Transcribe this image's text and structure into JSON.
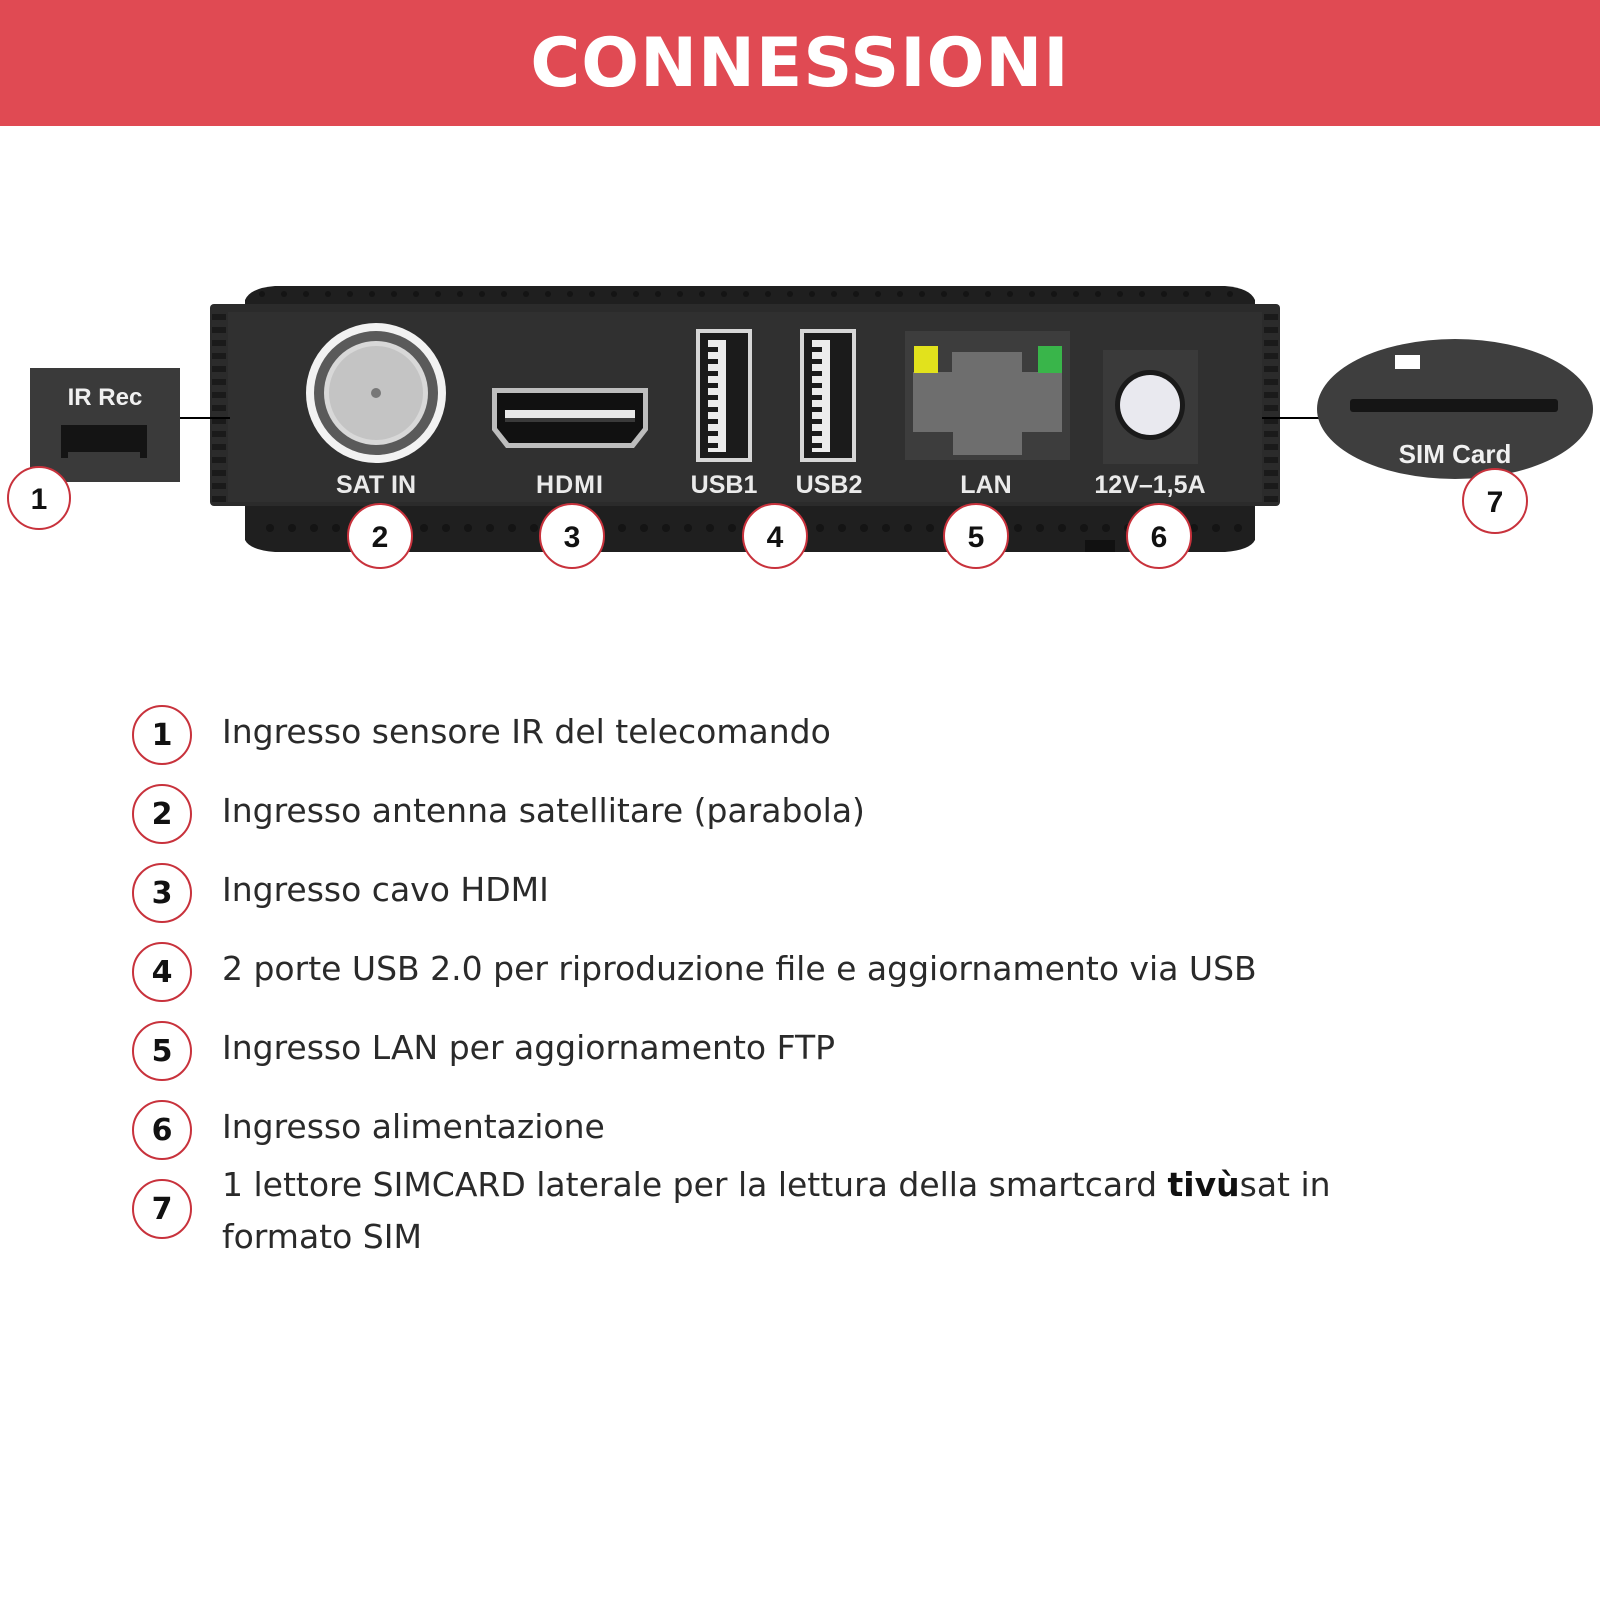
{
  "header": {
    "title": "CONNESSIONI"
  },
  "device": {
    "labels": {
      "ir_rec": "IR Rec",
      "sat_in": "SAT IN",
      "hdmi": "HDMI",
      "usb1": "USB1",
      "usb2": "USB2",
      "lan": "LAN",
      "power": "12V–1,5A",
      "sim_card": "SIM Card"
    },
    "callouts": [
      "1",
      "2",
      "3",
      "4",
      "5",
      "6",
      "7"
    ],
    "colors": {
      "body": "#2b2b2b",
      "accent": "#c8323c",
      "lan_led_left": "#e2e21c",
      "lan_led_right": "#39b54a"
    }
  },
  "legend": [
    {
      "number": "1",
      "text": "Ingresso sensore IR del telecomando"
    },
    {
      "number": "2",
      "text": "Ingresso antenna satellitare (parabola)"
    },
    {
      "number": "3",
      "text": "Ingresso cavo HDMI"
    },
    {
      "number": "4",
      "text": "2 porte USB 2.0 per riproduzione file e aggiornamento via USB"
    },
    {
      "number": "5",
      "text": "Ingresso LAN per aggiornamento FTP"
    },
    {
      "number": "6",
      "text": "Ingresso alimentazione"
    },
    {
      "number": "7",
      "text_before": "1 lettore SIMCARD laterale per la lettura della smartcard ",
      "text_bold": "tivù",
      "text_after": "sat in formato SIM"
    }
  ]
}
